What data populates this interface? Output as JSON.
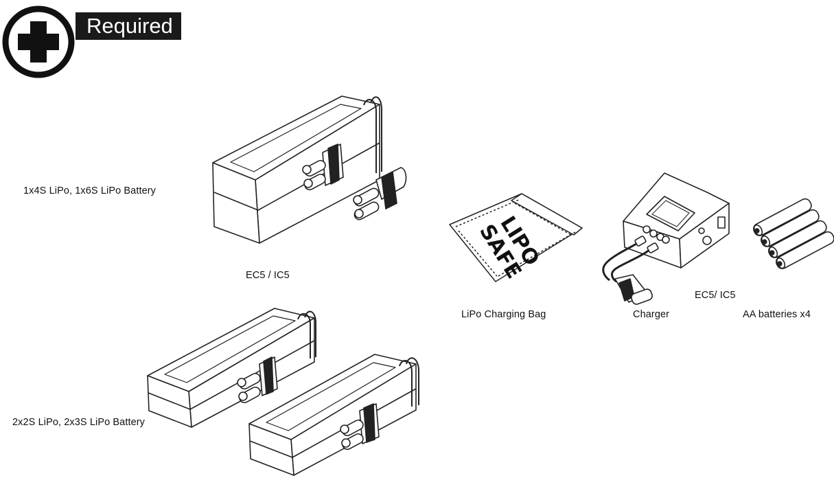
{
  "header": {
    "title": "Required"
  },
  "labels": {
    "battery_1x": "1x4S LiPo, 1x6S LiPo Battery",
    "connector_left": "EC5 / IC5",
    "battery_2x": "2x2S LiPo, 2x3S LiPo Battery",
    "charging_bag": "LiPo Charging Bag",
    "charger": "Charger",
    "connector_right": "EC5/ IC5",
    "aa_batteries": "AA batteries x4"
  },
  "bag_print": {
    "line1": "LIPO",
    "line2": "SAFE"
  },
  "icons": {
    "header": "plus-circle-icon"
  },
  "colors": {
    "ink": "#111111",
    "banner": "#1a1a1a",
    "background": "#ffffff"
  }
}
